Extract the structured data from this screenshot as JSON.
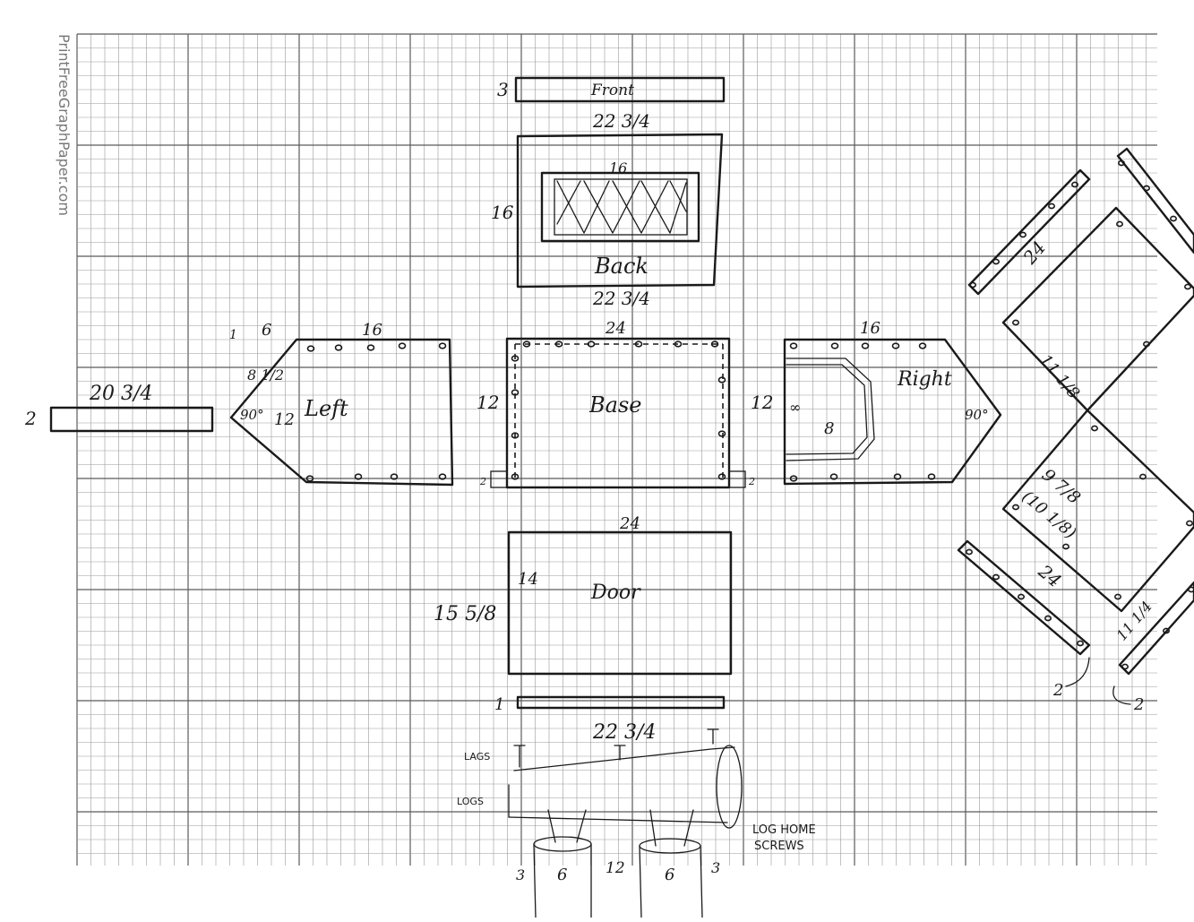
{
  "paper": {
    "watermark": "PrintFreeGraphPaper.com",
    "grid_minor_color": "#9a9a9a",
    "grid_major_color": "#5a5a5a",
    "ink_color": "#1a1a1a"
  },
  "front": {
    "label": "Front",
    "height": "3",
    "width": "22 3/4"
  },
  "back": {
    "label": "Back",
    "height": "16",
    "window_width": "16",
    "width": "22 3/4"
  },
  "left": {
    "label": "Left",
    "top_width": "16",
    "peak_width": "6",
    "slope": "8 1/2",
    "angle": "90°",
    "height": "12",
    "tick": "1"
  },
  "left_rail": {
    "thickness": "2",
    "length": "20 3/4"
  },
  "base": {
    "label": "Base",
    "width": "24",
    "height": "12",
    "post_left": "2",
    "post_right": "2"
  },
  "right": {
    "label": "Right",
    "top_width": "16",
    "height": "12",
    "angle": "90°",
    "inset_depth": "8",
    "inset_mark": "∞"
  },
  "door": {
    "label": "Door",
    "width": "24",
    "inner": "14",
    "height": "15 5/8",
    "trim_thickness": "1",
    "trim_length": "22 3/4"
  },
  "roof": {
    "rail_upper": "24",
    "rail_upper_short": "11 1/8",
    "panel_label": "9 7/8",
    "panel_label_alt": "(10 1/8)",
    "rail_lower": "24",
    "rail_lower_short": "11 1/4",
    "rail_thickness_a": "2",
    "rail_thickness_b": "2"
  },
  "logs": {
    "lags_label": "LAGS",
    "logs_label": "LOGS",
    "screws_line1": "LOG HOME",
    "screws_line2": "SCREWS",
    "dims": [
      "3",
      "6",
      "12",
      "6",
      "3"
    ]
  }
}
